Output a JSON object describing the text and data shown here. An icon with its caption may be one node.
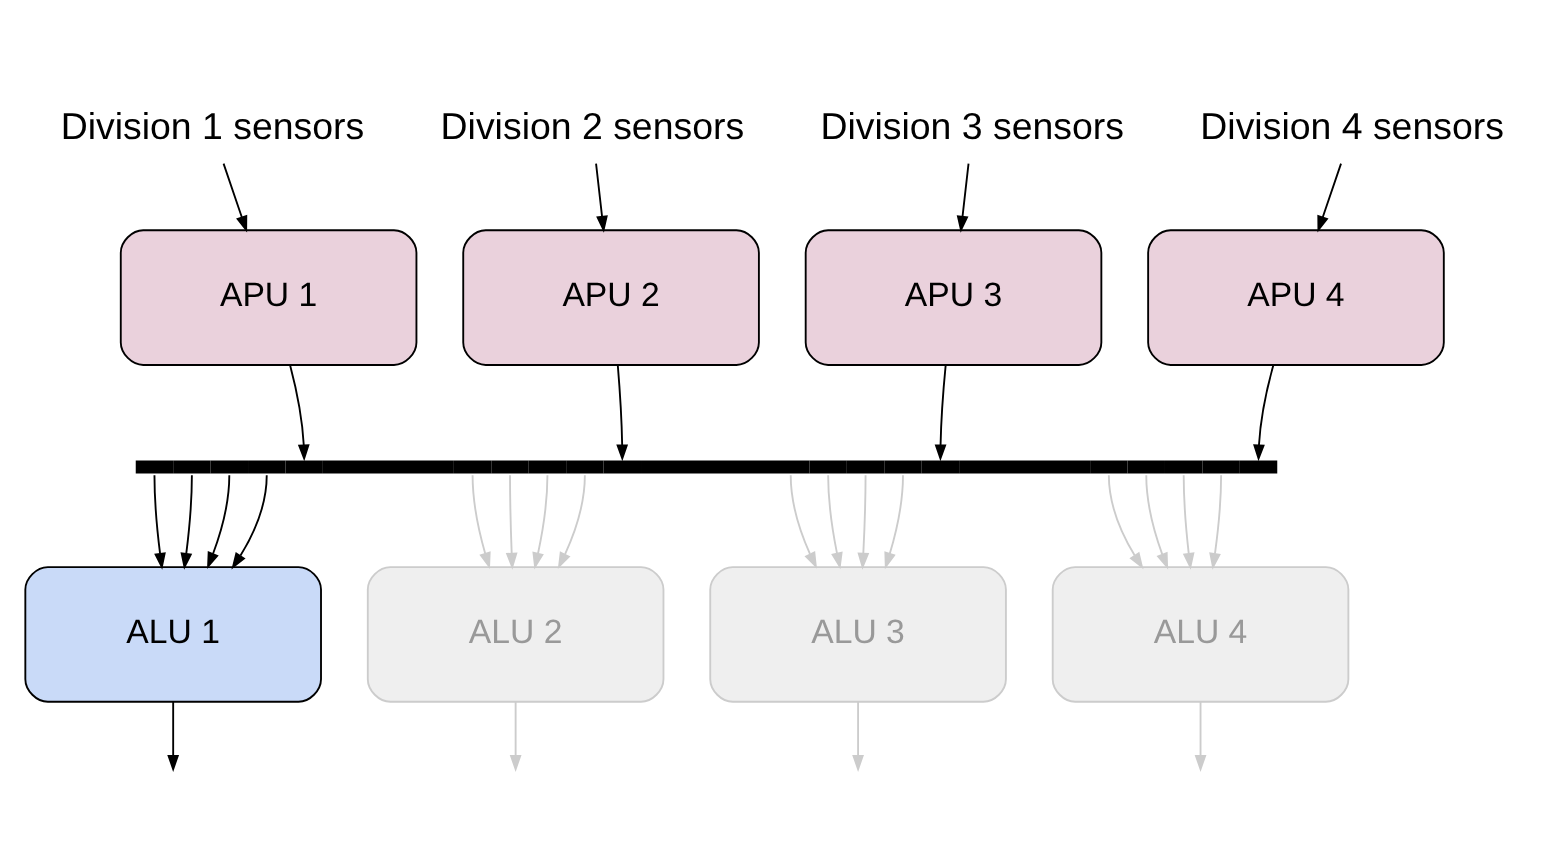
{
  "diagram": {
    "nodes": [
      {
        "text": [
          "Division 1 sensors"
        ]
      },
      {
        "text": [
          "Division 2 sensors"
        ]
      },
      {
        "text": [
          "Division 3 sensors"
        ]
      },
      {
        "text": [
          "Division 4 sensors"
        ]
      },
      {
        "text": [
          "APU 1"
        ]
      },
      {
        "text": [
          "APU 2"
        ]
      },
      {
        "text": [
          "APU 3"
        ]
      },
      {
        "text": [
          "APU 4"
        ]
      },
      {
        "text": [],
        "shape": "bar"
      },
      {
        "text": [
          "ALU 1"
        ]
      },
      {
        "text": [
          "ALU 2"
        ]
      },
      {
        "text": [
          "ALU 3"
        ]
      },
      {
        "text": [
          "ALU 4"
        ]
      }
    ],
    "edges": [
      {
        "from": 0,
        "to": 4,
        "arrow": "to",
        "color": "#000000"
      },
      {
        "from": 1,
        "to": 5,
        "arrow": "to",
        "color": "#000000"
      },
      {
        "from": 2,
        "to": 6,
        "arrow": "to",
        "color": "#000000"
      },
      {
        "from": 3,
        "to": 7,
        "arrow": "to",
        "color": "#000000"
      },
      {
        "from": 4,
        "to": 8,
        "arrow": "to",
        "color": "#000000"
      },
      {
        "from": 5,
        "to": 8,
        "arrow": "to",
        "color": "#000000"
      },
      {
        "from": 6,
        "to": 8,
        "arrow": "to",
        "color": "#000000"
      },
      {
        "from": 7,
        "to": 8,
        "arrow": "to",
        "color": "#000000"
      },
      {
        "from": 8,
        "to": 9,
        "arrow": "to",
        "color": "#000000"
      },
      {
        "from": 8,
        "to": 9,
        "arrow": "to",
        "color": "#000000"
      },
      {
        "from": 8,
        "to": 9,
        "arrow": "to",
        "color": "#000000"
      },
      {
        "from": 8,
        "to": 9,
        "arrow": "to",
        "color": "#000000"
      },
      {
        "from": 8,
        "to": 10,
        "arrow": "to",
        "color": "#cccccc"
      },
      {
        "from": 8,
        "to": 10,
        "arrow": "to",
        "color": "#cccccc"
      },
      {
        "from": 8,
        "to": 10,
        "arrow": "to",
        "color": "#cccccc"
      },
      {
        "from": 8,
        "to": 10,
        "arrow": "to",
        "color": "#cccccc"
      },
      {
        "from": 8,
        "to": 11,
        "arrow": "to",
        "color": "#cccccc"
      },
      {
        "from": 8,
        "to": 11,
        "arrow": "to",
        "color": "#cccccc"
      },
      {
        "from": 8,
        "to": 11,
        "arrow": "to",
        "color": "#cccccc"
      },
      {
        "from": 8,
        "to": 11,
        "arrow": "to",
        "color": "#cccccc"
      },
      {
        "from": 8,
        "to": 12,
        "arrow": "to",
        "color": "#cccccc"
      },
      {
        "from": 8,
        "to": 12,
        "arrow": "to",
        "color": "#cccccc"
      },
      {
        "from": 8,
        "to": 12,
        "arrow": "to",
        "color": "#cccccc"
      },
      {
        "from": 8,
        "to": 12,
        "arrow": "to",
        "color": "#cccccc"
      },
      {
        "from": 9,
        "to": null,
        "arrow": "to",
        "color": "#000000"
      },
      {
        "from": 10,
        "to": null,
        "arrow": "to",
        "color": "#cccccc"
      },
      {
        "from": 11,
        "to": null,
        "arrow": "to",
        "color": "#cccccc"
      },
      {
        "from": 12,
        "to": null,
        "arrow": "to",
        "color": "#cccccc"
      }
    ]
  }
}
